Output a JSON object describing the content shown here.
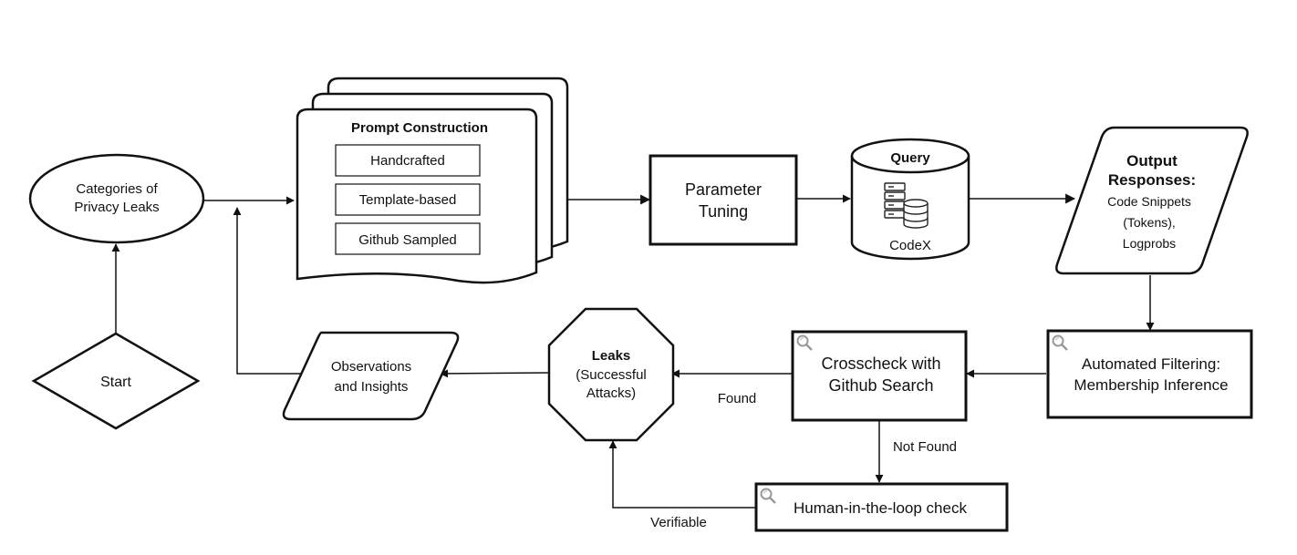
{
  "nodes": {
    "categories": [
      "Categories of",
      "Privacy Leaks"
    ],
    "start": "Start",
    "prompt": {
      "title": "Prompt Construction",
      "items": [
        "Handcrafted",
        "Template-based",
        "Github Sampled"
      ]
    },
    "parameter": [
      "Parameter",
      "Tuning"
    ],
    "query": {
      "title": "Query",
      "label": "CodeX"
    },
    "output": {
      "title_lines": [
        "Output",
        "Responses:"
      ],
      "lines": [
        "Code Snippets",
        "(Tokens),",
        "Logprobs"
      ]
    },
    "filtering": [
      "Automated Filtering:",
      "Membership Inference"
    ],
    "crosscheck": [
      "Crosscheck with",
      "Github Search"
    ],
    "leaks": {
      "title": "Leaks",
      "lines": [
        "(Successful",
        "Attacks)"
      ]
    },
    "observations": [
      "Observations",
      "and Insights"
    ],
    "human": "Human-in-the-loop check"
  },
  "edge_labels": {
    "found": "Found",
    "not_found": "Not Found",
    "verifiable": "Verifiable"
  },
  "icons": [
    "magnifier-icon",
    "server-database-icon"
  ],
  "colors": {
    "stroke": "#111111",
    "background": "#ffffff",
    "icon": "#9a9a9a"
  }
}
